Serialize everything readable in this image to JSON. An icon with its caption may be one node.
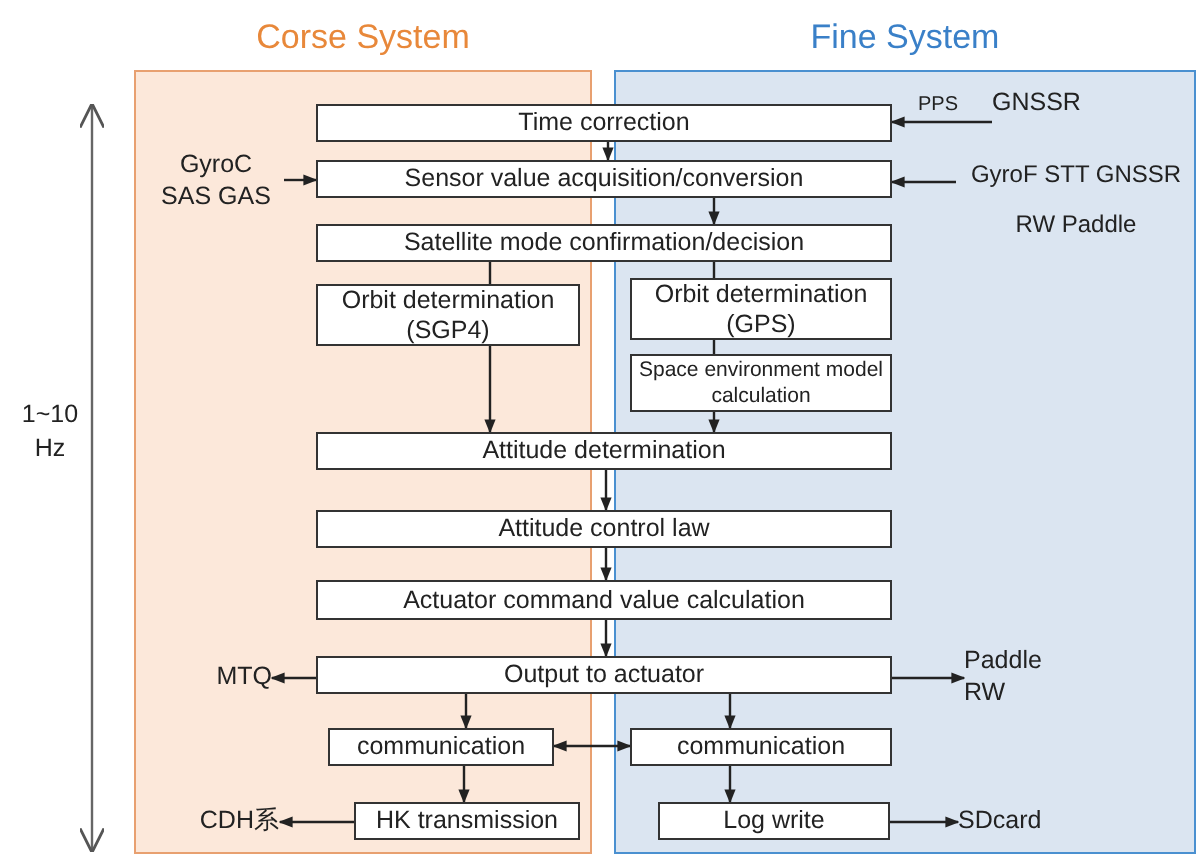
{
  "diagram": {
    "nodes": [
      {
        "text": [
          "Corse System"
        ]
      },
      {
        "text": [
          "Fine System"
        ]
      },
      {
        "text": [
          "Time correction"
        ]
      },
      {
        "text": [
          "Sensor value acquisition/conversion"
        ]
      },
      {
        "text": [
          "Satellite mode confirmation/decision"
        ]
      },
      {
        "text": [
          "Orbit determination (SGP4)"
        ],
        "in": 0
      },
      {
        "text": [
          "Orbit determination (GPS)"
        ],
        "in": 1
      },
      {
        "text": [
          "Space environment model calculation"
        ],
        "in": 1
      },
      {
        "text": [
          "Attitude determination"
        ]
      },
      {
        "text": [
          "Attitude control law"
        ]
      },
      {
        "text": [
          "Actuator command value calculation"
        ]
      },
      {
        "text": [
          "Output to actuator"
        ]
      },
      {
        "text": [
          "communication"
        ],
        "in": 0
      },
      {
        "text": [
          "communication"
        ],
        "in": 1
      },
      {
        "text": [
          "HK transmission"
        ],
        "in": 0
      },
      {
        "text": [
          "Log write"
        ],
        "in": 1
      },
      {
        "text": [
          "GNSSR"
        ],
        "in": 1
      },
      {
        "text": [
          "GyroC SAS GAS"
        ],
        "in": 0
      },
      {
        "text": [
          "GyroF STT GNSSR RW Paddle"
        ],
        "in": 1
      },
      {
        "text": [
          "MTQ"
        ],
        "in": 0
      },
      {
        "text": [
          "Paddle RW"
        ],
        "in": 1
      },
      {
        "text": [
          "CDH系"
        ],
        "in": 0
      },
      {
        "text": [
          "SDcard"
        ],
        "in": 1
      }
    ],
    "edges": [
      {
        "from": 16,
        "to": 2,
        "arrow": "to",
        "label": "PPS"
      },
      {
        "from": 2,
        "to": 3,
        "arrow": "to"
      },
      {
        "from": 17,
        "to": 3,
        "arrow": "to"
      },
      {
        "from": 18,
        "to": 3,
        "arrow": "to"
      },
      {
        "from": 3,
        "to": 4,
        "arrow": "to"
      },
      {
        "from": 4,
        "to": 5,
        "arrow": "none"
      },
      {
        "from": 4,
        "to": 6,
        "arrow": "none"
      },
      {
        "from": 5,
        "to": 8,
        "arrow": "to"
      },
      {
        "from": 6,
        "to": 7,
        "arrow": "none"
      },
      {
        "from": 7,
        "to": 8,
        "arrow": "to"
      },
      {
        "from": 8,
        "to": 9,
        "arrow": "to"
      },
      {
        "from": 9,
        "to": 10,
        "arrow": "to"
      },
      {
        "from": 10,
        "to": 11,
        "arrow": "to"
      },
      {
        "from": 11,
        "to": 19,
        "arrow": "to"
      },
      {
        "from": 11,
        "to": 20,
        "arrow": "to"
      },
      {
        "from": 11,
        "to": 12,
        "arrow": "to"
      },
      {
        "from": 11,
        "to": 13,
        "arrow": "to"
      },
      {
        "from": 12,
        "to": 13,
        "arrow": "both"
      },
      {
        "from": 12,
        "to": 14,
        "arrow": "to"
      },
      {
        "from": 13,
        "to": 15,
        "arrow": "to"
      },
      {
        "from": 14,
        "to": 21,
        "arrow": "to"
      },
      {
        "from": 15,
        "to": 22,
        "arrow": "to"
      }
    ],
    "labels": [
      "1~10 Hz"
    ]
  }
}
